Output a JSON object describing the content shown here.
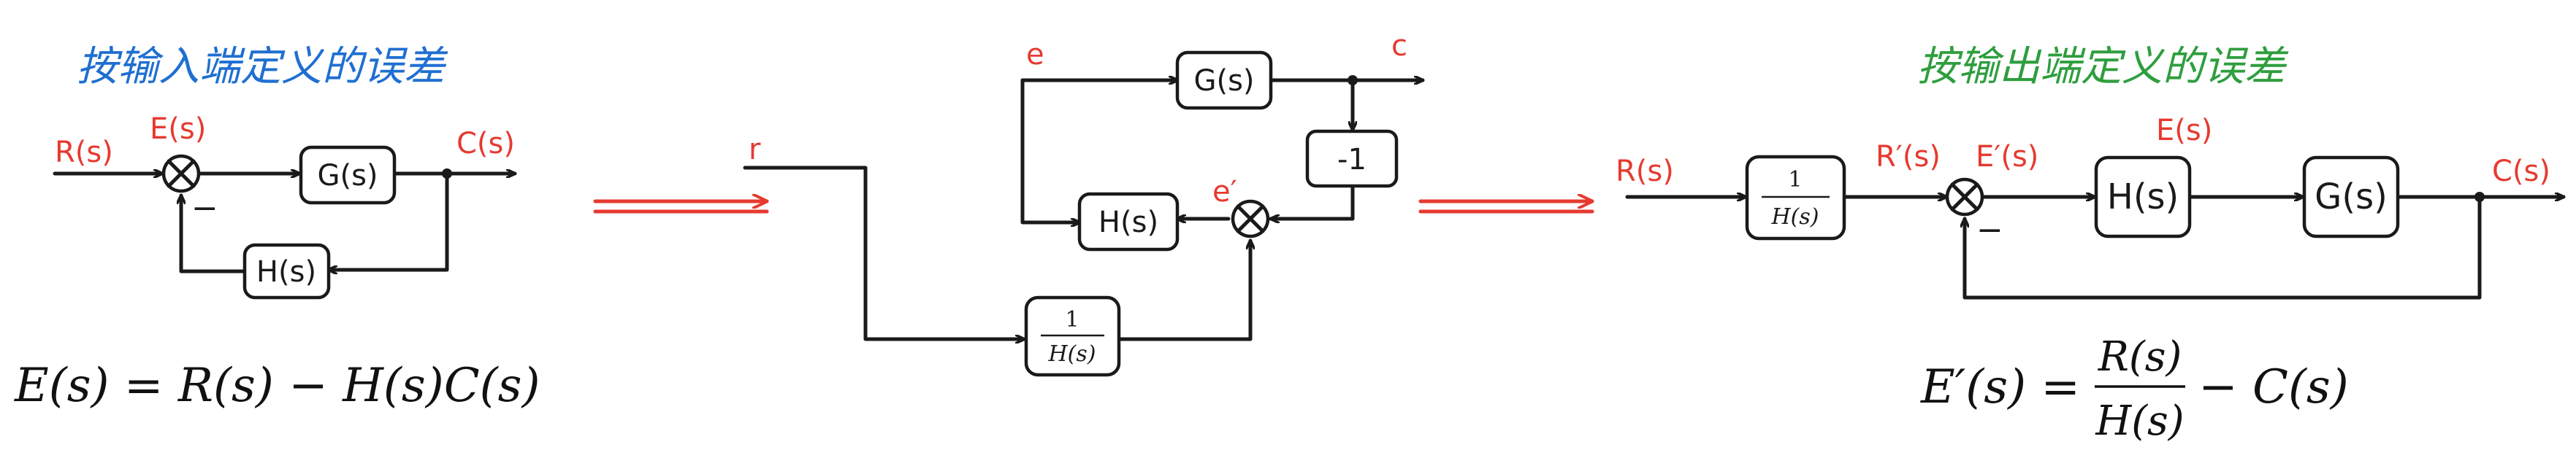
{
  "left": {
    "title": "按输入端定义的误差",
    "signals": {
      "r": "R(s)",
      "e": "E(s)",
      "c": "C(s)"
    },
    "blocks": {
      "g": "G(s)",
      "h": "H(s)"
    },
    "minus": "−",
    "equation": "E(s) = R(s) − H(s)C(s)"
  },
  "middle": {
    "signals": {
      "r": "r",
      "e": "e",
      "c": "c",
      "e_prime": "e′"
    },
    "blocks": {
      "g": "G(s)",
      "h": "H(s)",
      "neg": "-1",
      "inv_num": "1",
      "inv_den": "H(s)"
    }
  },
  "right": {
    "title": "按输出端定义的误差",
    "signals": {
      "r": "R(s)",
      "r_prime": "R′(s)",
      "e_prime": "E′(s)",
      "e": "E(s)",
      "c": "C(s)"
    },
    "blocks": {
      "inv_num": "1",
      "inv_den": "H(s)",
      "h": "H(s)",
      "g": "G(s)"
    },
    "minus": "−",
    "equation": {
      "lhs": "E′(s) =",
      "num": "R(s)",
      "den": "H(s)",
      "rest": "− C(s)"
    }
  },
  "colors": {
    "signal": "#e63a30",
    "title_left": "#1f6fd1",
    "title_right": "#2e9e3e",
    "stroke": "#1a1a1a"
  }
}
